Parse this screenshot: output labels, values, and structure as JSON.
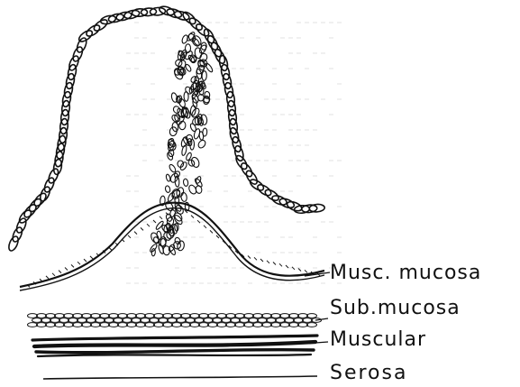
{
  "labels": {
    "musc_mucosa": "Musc. mucosa",
    "sub_mucosa": "Sub.mucosa",
    "muscular": "Muscular",
    "serosa": "Serosa"
  },
  "colors": {
    "ink": "#111111",
    "paper": "#ffffff"
  }
}
